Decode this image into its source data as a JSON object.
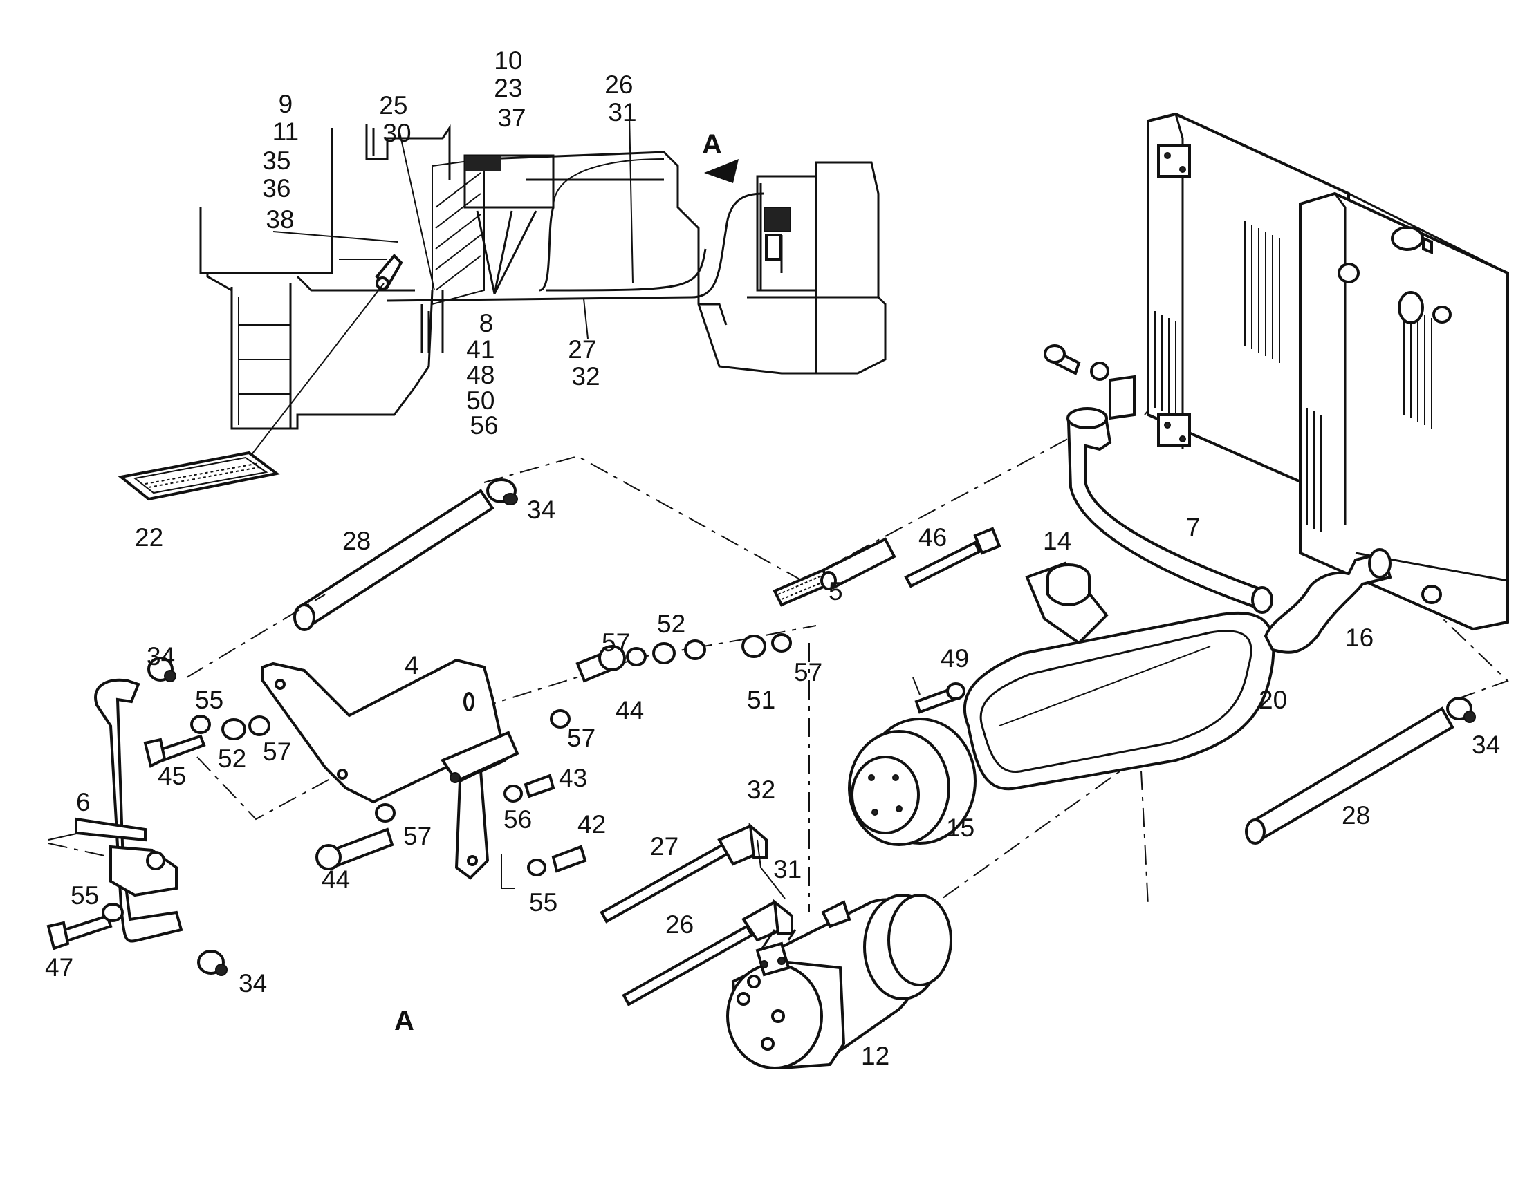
{
  "section_marker": "A",
  "view_marker": "A",
  "callouts": [
    {
      "id": "c-9-group",
      "lines": [
        "9",
        "11",
        "35",
        "36",
        "38"
      ]
    },
    {
      "id": "c-25-group",
      "lines": [
        "25",
        "30"
      ]
    },
    {
      "id": "c-10-group",
      "lines": [
        "10",
        "23",
        "37"
      ]
    },
    {
      "id": "c-26-group",
      "lines": [
        "26",
        "31"
      ]
    },
    {
      "id": "c-8-group",
      "lines": [
        "8",
        "41",
        "48",
        "50",
        "56"
      ]
    },
    {
      "id": "c-27-group",
      "lines": [
        "27",
        "32"
      ]
    }
  ],
  "labels": [
    {
      "id": "p22",
      "text": "22"
    },
    {
      "id": "p34a",
      "text": "34"
    },
    {
      "id": "p28a",
      "text": "28"
    },
    {
      "id": "p7",
      "text": "7"
    },
    {
      "id": "p46",
      "text": "46"
    },
    {
      "id": "p14",
      "text": "14"
    },
    {
      "id": "p5",
      "text": "5"
    },
    {
      "id": "p16",
      "text": "16"
    },
    {
      "id": "p52a",
      "text": "52"
    },
    {
      "id": "p57a",
      "text": "57"
    },
    {
      "id": "p49",
      "text": "49"
    },
    {
      "id": "p4",
      "text": "4"
    },
    {
      "id": "p34b",
      "text": "34"
    },
    {
      "id": "p55a",
      "text": "55"
    },
    {
      "id": "p57b",
      "text": "57"
    },
    {
      "id": "p51",
      "text": "51"
    },
    {
      "id": "p20",
      "text": "20"
    },
    {
      "id": "p44a",
      "text": "44"
    },
    {
      "id": "p52b",
      "text": "52"
    },
    {
      "id": "p57c",
      "text": "57"
    },
    {
      "id": "p57d",
      "text": "57"
    },
    {
      "id": "p45",
      "text": "45"
    },
    {
      "id": "p34c",
      "text": "34"
    },
    {
      "id": "p43",
      "text": "43"
    },
    {
      "id": "p32",
      "text": "32"
    },
    {
      "id": "p6",
      "text": "6"
    },
    {
      "id": "p56",
      "text": "56"
    },
    {
      "id": "p15",
      "text": "15"
    },
    {
      "id": "p28b",
      "text": "28"
    },
    {
      "id": "p57e",
      "text": "57"
    },
    {
      "id": "p42",
      "text": "42"
    },
    {
      "id": "p27",
      "text": "27"
    },
    {
      "id": "p44b",
      "text": "44"
    },
    {
      "id": "p31",
      "text": "31"
    },
    {
      "id": "p55b",
      "text": "55"
    },
    {
      "id": "p55c",
      "text": "55"
    },
    {
      "id": "p26",
      "text": "26"
    },
    {
      "id": "p47",
      "text": "47"
    },
    {
      "id": "p34d",
      "text": "34"
    },
    {
      "id": "p12",
      "text": "12"
    }
  ]
}
